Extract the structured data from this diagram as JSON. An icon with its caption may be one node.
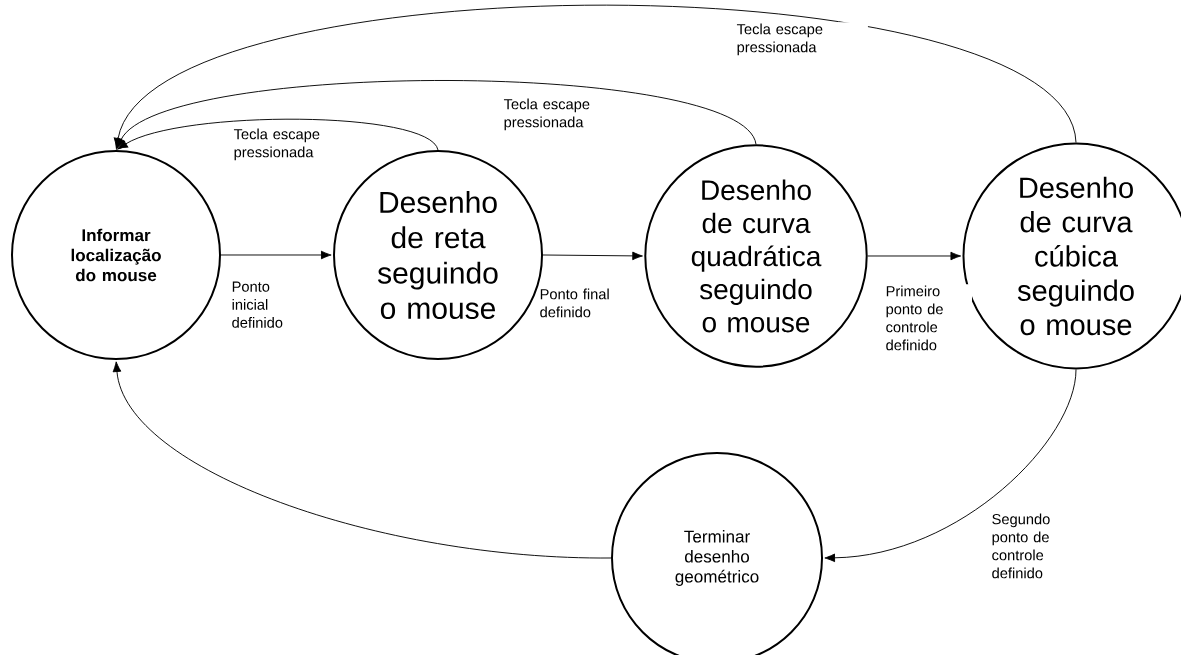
{
  "diagram": {
    "nodes": [
      {
        "text": [
          "Informar localização do mouse"
        ]
      },
      {
        "text": [
          "Desenho de reta seguindo o mouse"
        ]
      },
      {
        "text": [
          "Desenho de curva quadrática seguindo o mouse"
        ]
      },
      {
        "text": [
          "Desenho de curva cúbica seguindo o mouse"
        ]
      },
      {
        "text": [
          "Terminar desenho geométrico"
        ]
      }
    ],
    "edges": [
      {
        "from": 0,
        "to": 1,
        "arrow": "to",
        "label": "Ponto inicial definido"
      },
      {
        "from": 1,
        "to": 2,
        "arrow": "to",
        "label": "Ponto final definido"
      },
      {
        "from": 2,
        "to": 3,
        "arrow": "to",
        "label": "Primeiro ponto de controle definido"
      },
      {
        "from": 3,
        "to": 4,
        "arrow": "to",
        "label": "Segundo ponto de controle definido"
      },
      {
        "from": 4,
        "to": 0,
        "arrow": "to"
      },
      {
        "from": 1,
        "to": 0,
        "arrow": "to",
        "label": "Tecla escape pressionada"
      },
      {
        "from": 2,
        "to": 0,
        "arrow": "to",
        "label": "Tecla escape pressionada"
      },
      {
        "from": 3,
        "to": 0,
        "arrow": "to",
        "label": "Tecla escape pressionada"
      }
    ]
  }
}
